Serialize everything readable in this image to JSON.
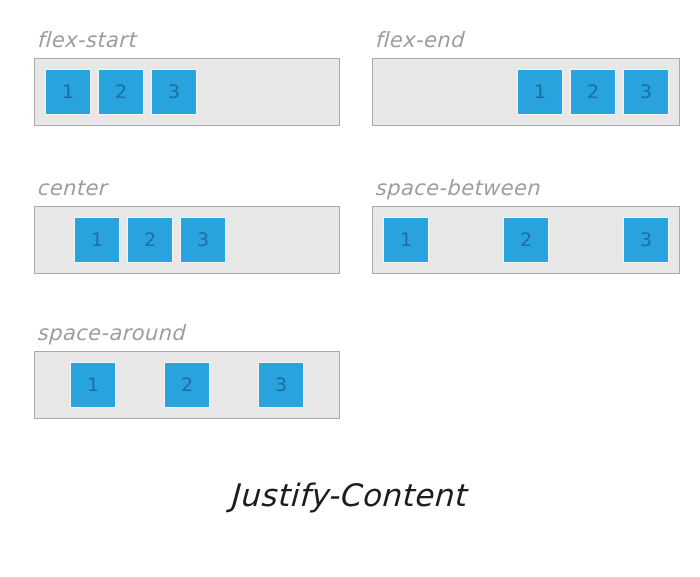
{
  "figure": {
    "title": "Justify-Content",
    "background_color": "#ffffff",
    "box_color": "#29a3dd",
    "box_number_color": "#1b6f9f",
    "container_fill_color": "#e7e7e7",
    "container_border_color": "#a9a9a9",
    "label_color": "#9d9d9d",
    "title_color": "#1d1d1d"
  },
  "demos": [
    {
      "id": "flex-start",
      "label": "flex-start",
      "justify_content": "flex-start",
      "items": [
        "1",
        "2",
        "3"
      ]
    },
    {
      "id": "flex-end",
      "label": "flex-end",
      "justify_content": "flex-end",
      "items": [
        "1",
        "2",
        "3"
      ]
    },
    {
      "id": "center",
      "label": "center",
      "justify_content": "center",
      "items": [
        "1",
        "2",
        "3"
      ]
    },
    {
      "id": "space-between",
      "label": "space-between",
      "justify_content": "space-between",
      "items": [
        "1",
        "2",
        "3"
      ]
    },
    {
      "id": "space-around",
      "label": "space-around",
      "justify_content": "space-around",
      "items": [
        "1",
        "2",
        "3"
      ]
    }
  ]
}
